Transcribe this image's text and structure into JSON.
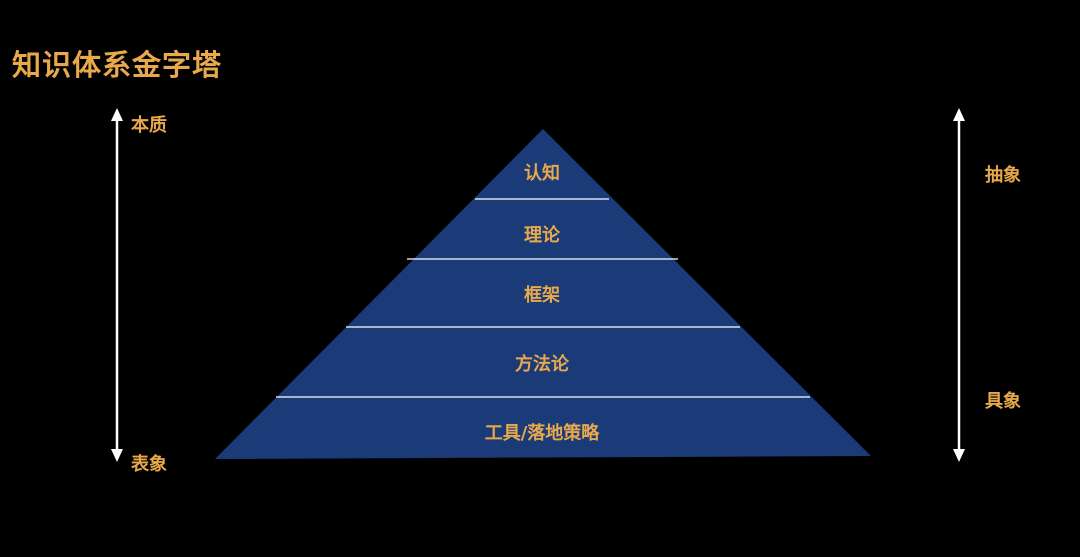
{
  "title": "知识体系金字塔",
  "left_axis": {
    "top_label": "本质",
    "bottom_label": "表象"
  },
  "right_axis": {
    "top_label": "抽象",
    "bottom_label": "具象"
  },
  "pyramid": {
    "levels": [
      "认知",
      "理论",
      "框架",
      "方法论",
      "工具/落地策略"
    ],
    "fill_color": "#1B3A78",
    "divider_color": "#FFFFFF"
  },
  "colors": {
    "background": "#000000",
    "accent": "#E8A84C",
    "arrow": "#FFFFFF"
  }
}
